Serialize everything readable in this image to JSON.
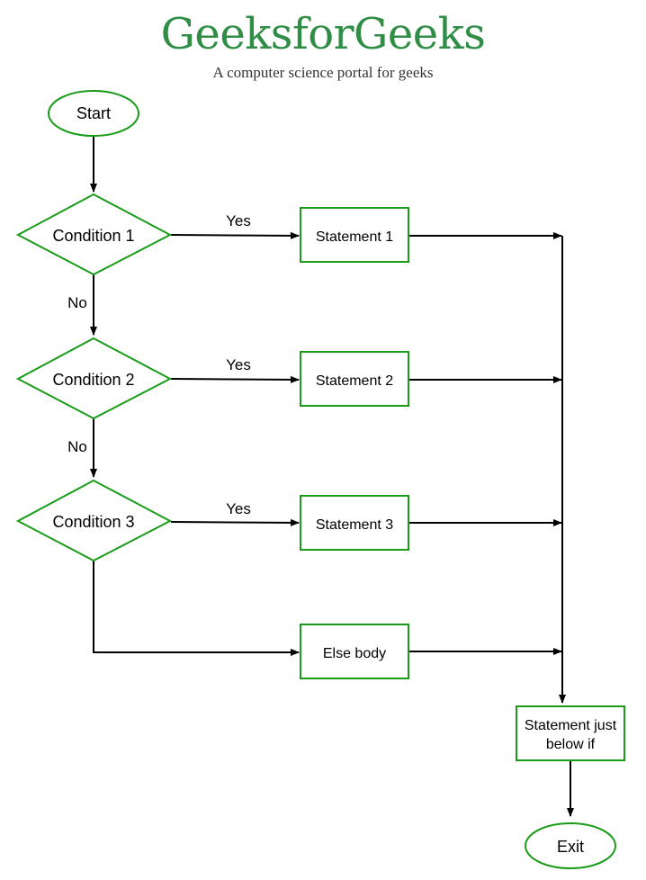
{
  "header": {
    "brand": "GeeksforGeeks",
    "tagline": "A computer science portal for geeks"
  },
  "colors": {
    "shape_stroke": "#1a9b1a",
    "arrow": "#000000",
    "brand": "#2f8d46"
  },
  "flowchart": {
    "start": "Start",
    "conditions": [
      "Condition 1",
      "Condition 2",
      "Condition 3"
    ],
    "yes_label": "Yes",
    "no_label": "No",
    "statements": [
      "Statement 1",
      "Statement 2",
      "Statement 3"
    ],
    "else_body": "Else body",
    "after_if": [
      "Statement just",
      "below if"
    ],
    "exit": "Exit"
  }
}
